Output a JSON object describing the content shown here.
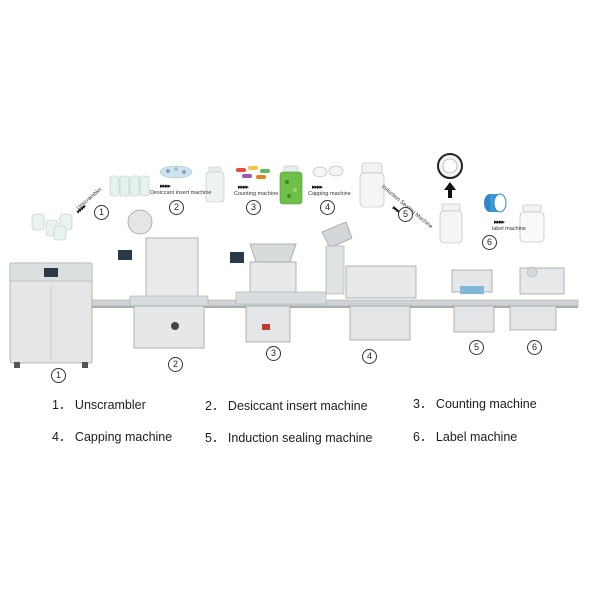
{
  "steps": [
    {
      "num": "1",
      "label": "1．  Unscrambler"
    },
    {
      "num": "2",
      "label": "2．  Desiccant insert machine"
    },
    {
      "num": "3",
      "label": "3．  Counting machine"
    },
    {
      "num": "4",
      "label": "4．  Capping machine"
    },
    {
      "num": "5",
      "label": "5．  Induction sealing machine"
    },
    {
      "num": "6",
      "label": "6．  Label machine"
    }
  ],
  "flow_labels": {
    "unscrambler": "Unscrambler",
    "desiccant": "Desiccant insert machine",
    "counting": "Counting machine",
    "capping": "Capping machine",
    "induction": "Induction Sealing Machine",
    "label": "label machine"
  },
  "arrow_glyphs": "▸▸▸▸"
}
